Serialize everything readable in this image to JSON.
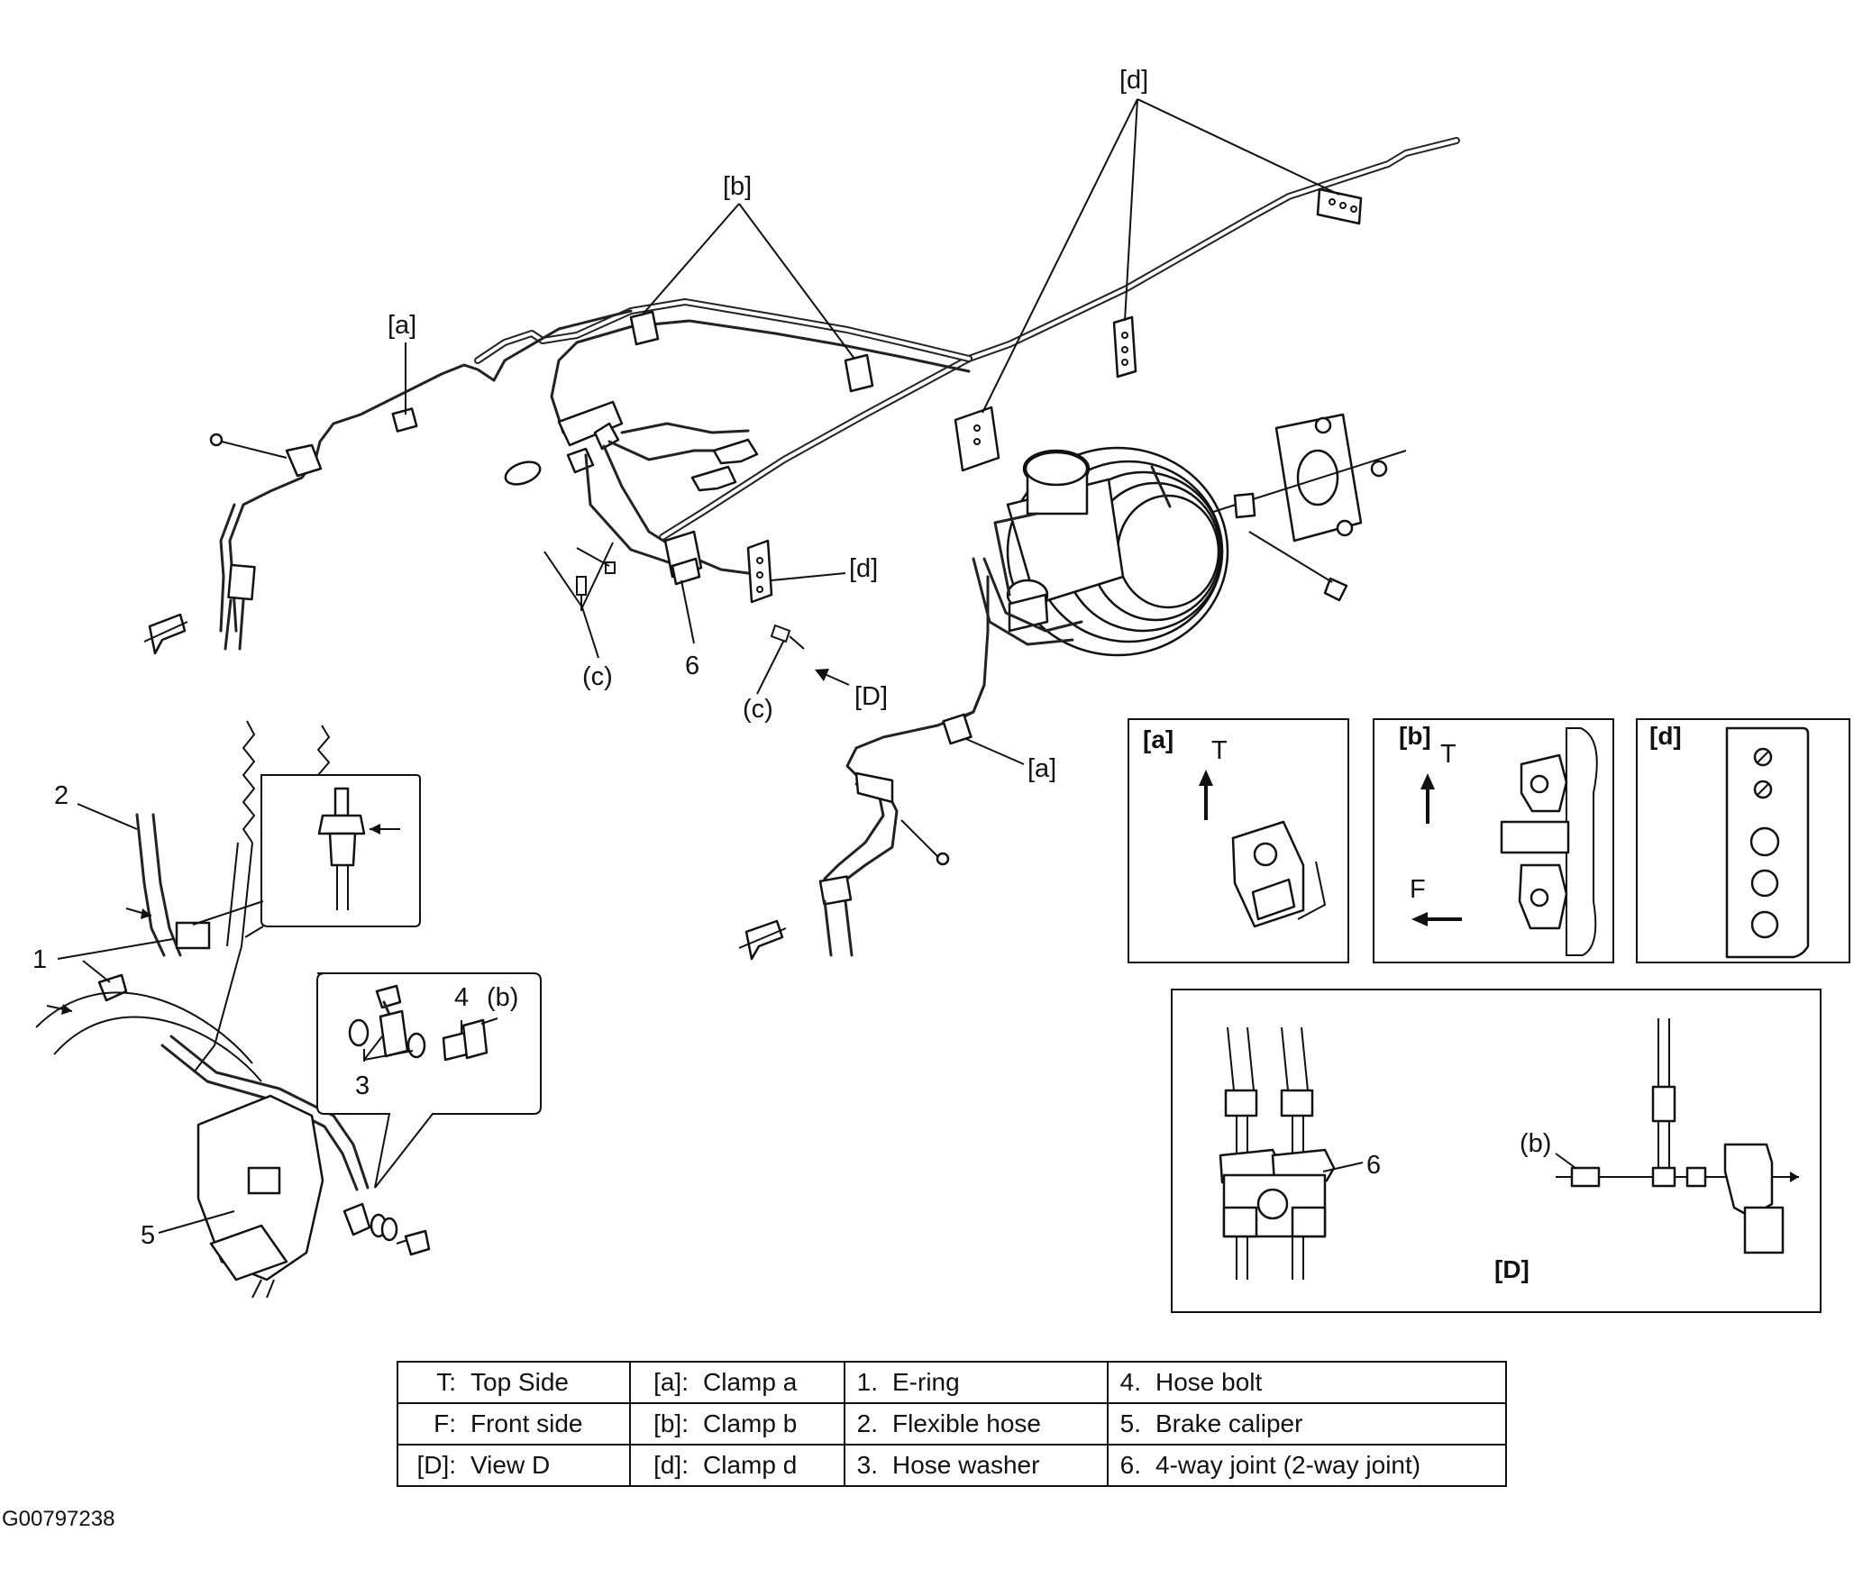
{
  "callouts": {
    "a": "[a]",
    "b": "[b]",
    "c": "(c)",
    "d": "[d]",
    "D": "[D]",
    "b_paren": "(b)",
    "n1": "1",
    "n2": "2",
    "n3": "3",
    "n4": "4",
    "n5": "5",
    "n6": "6",
    "T": "T",
    "F": "F"
  },
  "insets": {
    "a_title": "[a]",
    "b_title": "[b]",
    "d_title": "[d]",
    "D_title": "[D]"
  },
  "legend": {
    "rows": [
      [
        {
          "key": "T:",
          "text": "Top Side"
        },
        {
          "key": "[a]:",
          "text": "Clamp a"
        },
        {
          "key": "1.",
          "text": "E-ring"
        },
        {
          "key": "4.",
          "text": "Hose bolt"
        }
      ],
      [
        {
          "key": "F:",
          "text": "Front side"
        },
        {
          "key": "[b]:",
          "text": "Clamp b"
        },
        {
          "key": "2.",
          "text": "Flexible hose"
        },
        {
          "key": "5.",
          "text": "Brake caliper"
        }
      ],
      [
        {
          "key": "[D]:",
          "text": "View D"
        },
        {
          "key": "[d]:",
          "text": "Clamp d"
        },
        {
          "key": "3.",
          "text": "Hose washer"
        },
        {
          "key": "6.",
          "text": "4-way joint (2-way joint)"
        }
      ]
    ]
  },
  "figure_id": "G00797238"
}
